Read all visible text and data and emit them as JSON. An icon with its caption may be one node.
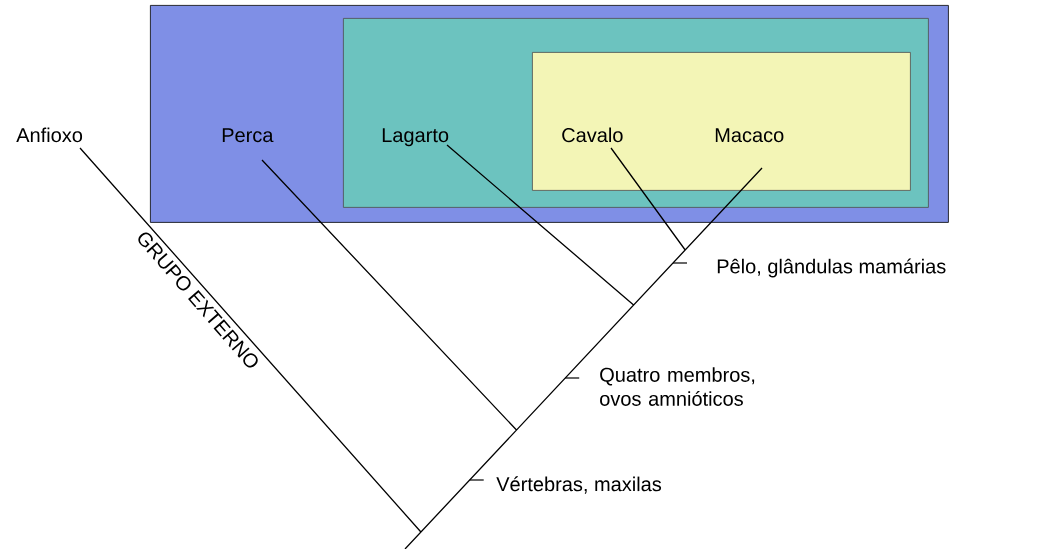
{
  "diagram": {
    "nodes": [
      {
        "text": [],
        "shape": "box"
      },
      {
        "text": [],
        "shape": "box",
        "in": 0
      },
      {
        "text": [],
        "shape": "box",
        "in": 1
      },
      {
        "text": [
          "Anfioxo"
        ]
      },
      {
        "text": [
          "Perca"
        ],
        "in": 0
      },
      {
        "text": [
          "Lagarto"
        ],
        "in": 1
      },
      {
        "text": [
          "Cavalo"
        ],
        "in": 2
      },
      {
        "text": [
          "Macaco"
        ],
        "in": 2
      }
    ],
    "labels": [
      "GRUPO EXTERNO",
      "Pêlo, glândulas mamárias",
      "Quatro membros, ovos amnióticos",
      "Vértebras, maxilas"
    ]
  }
}
